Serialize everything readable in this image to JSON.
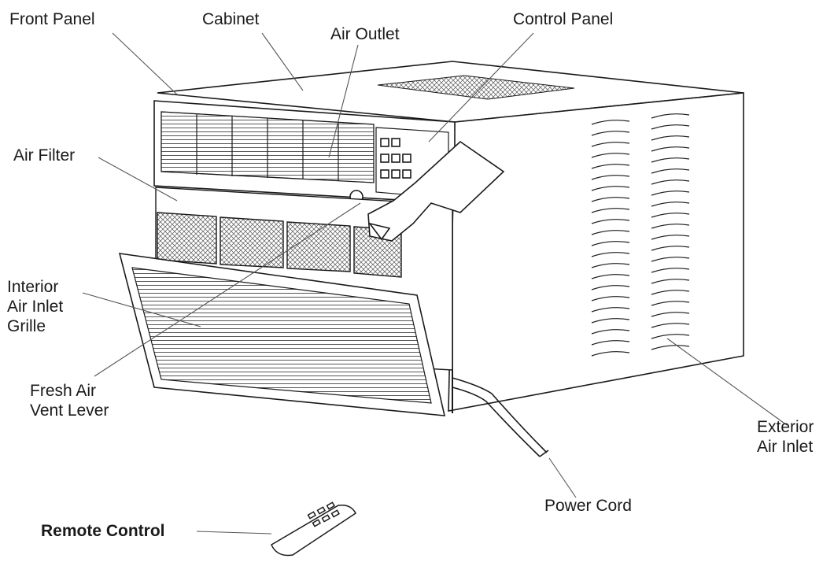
{
  "labels": {
    "front_panel": "Front Panel",
    "cabinet": "Cabinet",
    "air_outlet": "Air Outlet",
    "control_panel": "Control Panel",
    "air_filter": "Air Filter",
    "interior_air_inlet_grille": [
      "Interior",
      "Air Inlet",
      "Grille"
    ],
    "fresh_air_vent_lever": [
      "Fresh Air",
      "Vent Lever"
    ],
    "exterior_air_inlet": [
      "Exterior",
      "Air Inlet"
    ],
    "power_cord": "Power Cord",
    "remote_control": "Remote Control"
  },
  "colors": {
    "line": "#1a1a1a",
    "fill": "#ffffff",
    "text": "#1a1a1a"
  }
}
